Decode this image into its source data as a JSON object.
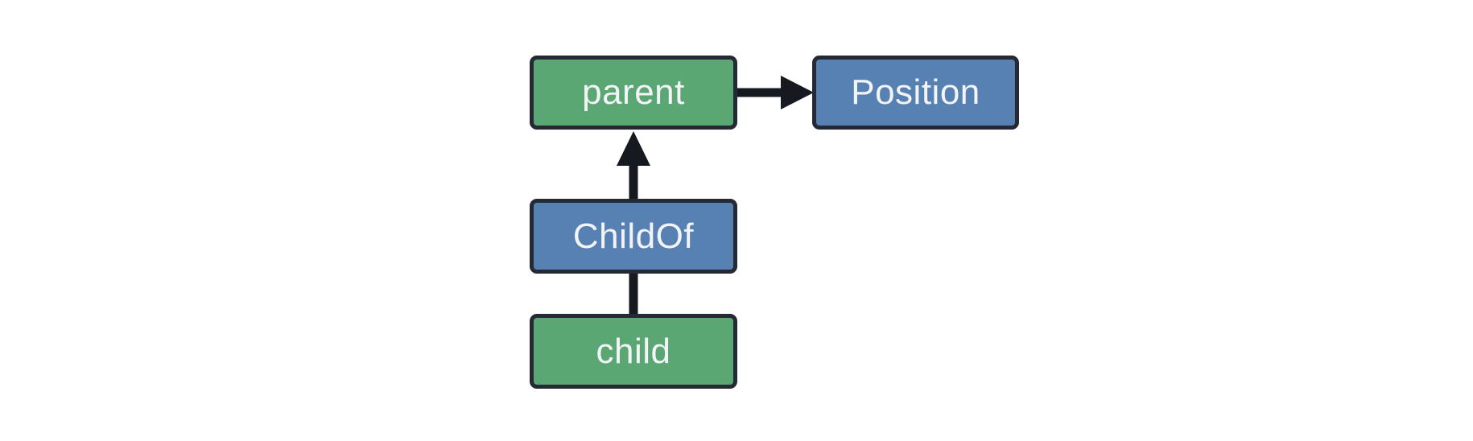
{
  "diagram": {
    "background_color": "#ffffff",
    "nodes": [
      {
        "id": "parent",
        "label": "parent",
        "kind": "entity",
        "fill": "#5aa773"
      },
      {
        "id": "Position",
        "label": "Position",
        "kind": "component",
        "fill": "#5781b3"
      },
      {
        "id": "ChildOf",
        "label": "ChildOf",
        "kind": "relationship",
        "fill": "#5781b3"
      },
      {
        "id": "child",
        "label": "child",
        "kind": "entity",
        "fill": "#5aa773"
      }
    ],
    "edges": [
      {
        "from": "parent",
        "to": "Position",
        "arrowhead": true,
        "direction": "right"
      },
      {
        "from": "ChildOf",
        "to": "parent",
        "arrowhead": true,
        "direction": "up"
      },
      {
        "from": "child",
        "to": "ChildOf",
        "arrowhead": false,
        "direction": "up"
      }
    ],
    "colors": {
      "node_green": "#5aa773",
      "node_blue": "#5781b3",
      "node_border": "#242933",
      "edge_stroke": "#161a20",
      "label_text": "#f2f4f7"
    }
  }
}
